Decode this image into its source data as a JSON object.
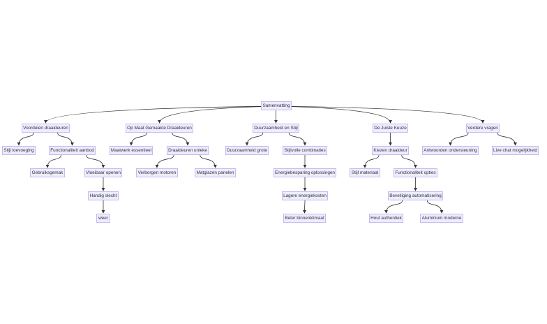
{
  "diagram": {
    "type": "flowchart-tree",
    "nodes": [
      {
        "id": "root",
        "label": "Samenvatting",
        "parent": null
      },
      {
        "id": "a",
        "label": "Voordelen draaideuren",
        "parent": "root"
      },
      {
        "id": "b",
        "label": "Op Maat Gemaakte Draaideuren",
        "parent": "root"
      },
      {
        "id": "c",
        "label": "Duurzaamheid en Stijl",
        "parent": "root"
      },
      {
        "id": "d",
        "label": "De Juiste Keuze",
        "parent": "root"
      },
      {
        "id": "e",
        "label": "Verdere vragen",
        "parent": "root"
      },
      {
        "id": "a1",
        "label": "Stijl toevoeging",
        "parent": "a"
      },
      {
        "id": "a2",
        "label": "Functionaliteit aanbod",
        "parent": "a"
      },
      {
        "id": "b1",
        "label": "Maatwerk essentieel",
        "parent": "b"
      },
      {
        "id": "b2",
        "label": "Draaideuren unieke",
        "parent": "b"
      },
      {
        "id": "c1",
        "label": "Duurzaamheid grote",
        "parent": "c"
      },
      {
        "id": "c2",
        "label": "Stijlvolle combinaties",
        "parent": "c"
      },
      {
        "id": "d1",
        "label": "Kiezen draaideur",
        "parent": "d"
      },
      {
        "id": "e1",
        "label": "Antwoorden ondersteuning",
        "parent": "e"
      },
      {
        "id": "e2",
        "label": "Live chat mogelijkheid",
        "parent": "e"
      },
      {
        "id": "a21",
        "label": "Gebruiksgemak",
        "parent": "a2"
      },
      {
        "id": "a22",
        "label": "Vloeibaar openen",
        "parent": "a2"
      },
      {
        "id": "b21",
        "label": "Verborgen motoren",
        "parent": "b2"
      },
      {
        "id": "b22",
        "label": "Matglazen panelen",
        "parent": "b2"
      },
      {
        "id": "c21",
        "label": "Energiebesparing oplossingen",
        "parent": "c2"
      },
      {
        "id": "d11",
        "label": "Stijl materiaal",
        "parent": "d1"
      },
      {
        "id": "d12",
        "label": "Functionaliteit opties",
        "parent": "d1"
      },
      {
        "id": "a221",
        "label": "Handig slecht",
        "parent": "a22"
      },
      {
        "id": "c211",
        "label": "Lagere energiekosten",
        "parent": "c21"
      },
      {
        "id": "d121",
        "label": "Beveiliging automatisering",
        "parent": "d12"
      },
      {
        "id": "a2211",
        "label": "weer",
        "parent": "a221"
      },
      {
        "id": "c2111",
        "label": "Beter binnenklimaat",
        "parent": "c211"
      },
      {
        "id": "d1211",
        "label": "Hout authentiek",
        "parent": "d121"
      },
      {
        "id": "d1212",
        "label": "Aluminium moderne",
        "parent": "d121"
      }
    ],
    "colors": {
      "node_fill": "#ECECFF",
      "node_border": "#C9B8F2",
      "edge": "#333333"
    }
  }
}
